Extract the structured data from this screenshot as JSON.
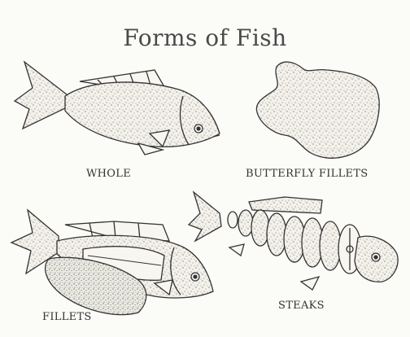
{
  "title": "Forms of Fish",
  "labels": {
    "whole": "WHOLE",
    "butterfly": "BUTTERFLY FILLETS",
    "fillets": "FILLETS",
    "steaks": "STEAKS"
  },
  "colors": {
    "ink": "#3a3a3a",
    "background": "#fbfbf8",
    "flesh": "#f3f1ea"
  }
}
